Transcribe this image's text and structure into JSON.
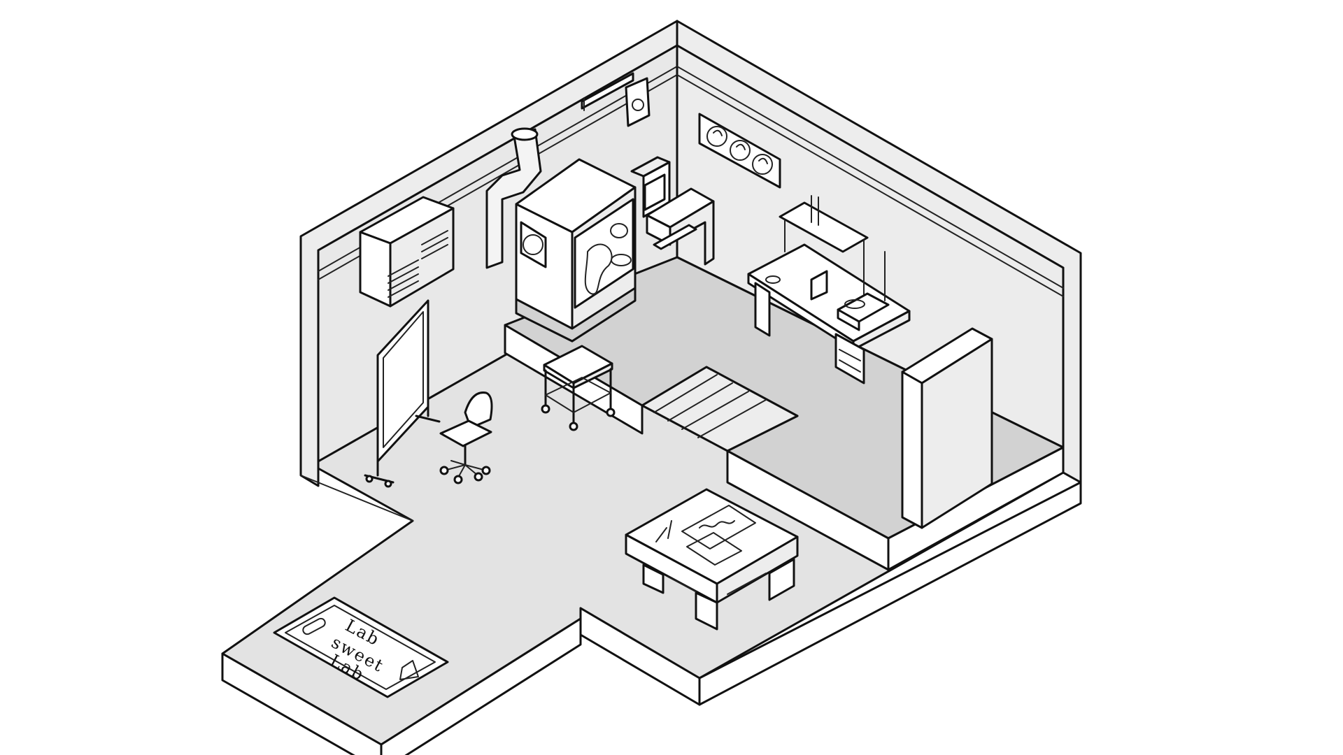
{
  "scene": {
    "style": "isometric pencil sketch of a laboratory room",
    "colors": {
      "floor": "#e3e3e3",
      "walls": "#e9e9e9",
      "outline": "#111111",
      "background": "#ffffff"
    }
  },
  "doormat": {
    "lines": [
      "Lab",
      "sweet",
      "Lab"
    ],
    "icons": [
      "test-tube-icon",
      "flask-icon"
    ]
  },
  "objects": [
    "fume-hood",
    "exhaust-duct",
    "wall-cabinet",
    "computer-desk",
    "whiteboard",
    "office-chair",
    "cart",
    "lab-bench",
    "fridge",
    "center-table",
    "poster",
    "fire-alarm",
    "steps",
    "wall-vent"
  ]
}
